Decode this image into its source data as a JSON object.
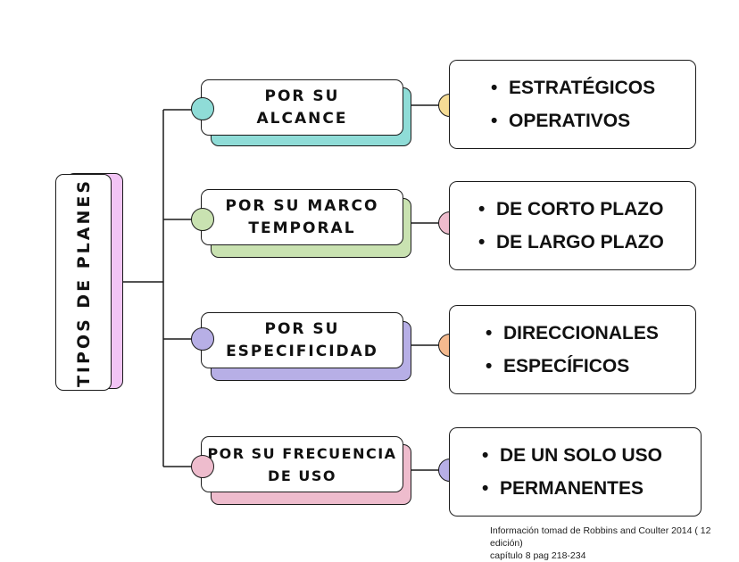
{
  "root": {
    "label": "TIPOS DE PLANES"
  },
  "colors": {
    "teal": "#8fdcd7",
    "green": "#c9e2b1",
    "purple": "#b7afe6",
    "pink": "#eebccd",
    "yellow": "#f5dc95",
    "peach": "#f4b98e",
    "lavender": "#f2c4f5"
  },
  "branches": [
    {
      "label": "POR SU\nALCANCE",
      "items": [
        "ESTRATÉGICOS",
        "OPERATIVOS"
      ]
    },
    {
      "label": "POR SU MARCO\nTEMPORAL",
      "items": [
        "DE CORTO PLAZO",
        "DE LARGO PLAZO"
      ]
    },
    {
      "label": "POR SU\nESPECIFICIDAD",
      "items": [
        "DIRECCIONALES",
        "ESPECÍFICOS"
      ]
    },
    {
      "label": "POR SU FRECUENCIA\nDE USO",
      "items": [
        "DE UN SOLO USO",
        "PERMANENTES"
      ]
    }
  ],
  "footnote": "Información tomad de Robbins and Coulter 2014 ( 12 edición)\ncapítulo 8 pag 218-234"
}
